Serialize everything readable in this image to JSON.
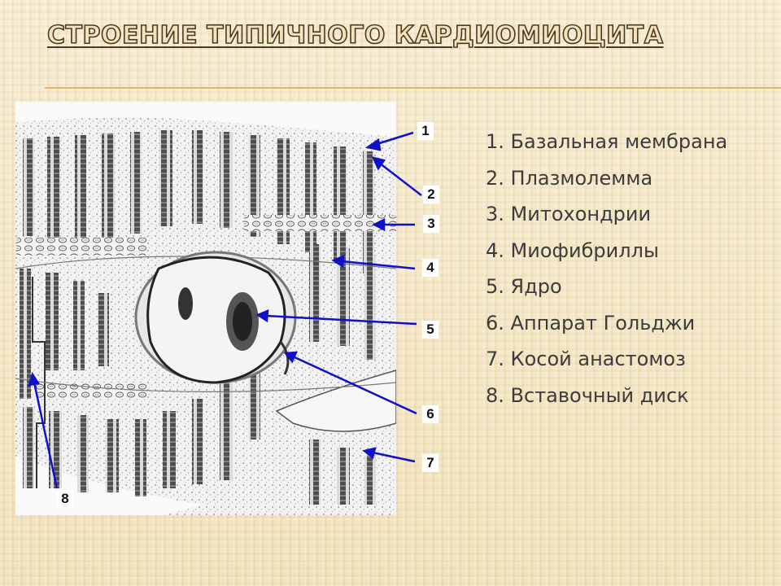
{
  "slide": {
    "title": "СТРОЕНИЕ ТИПИЧНОГО КАРДИОМИОЦИТА"
  },
  "legend": {
    "items": [
      "1. Базальная мембрана",
      "2. Плазмолемма",
      "3. Митохондрии",
      "4. Миофибриллы",
      "5. Ядро",
      "6. Аппарат Гольджи",
      "7. Косой анастомоз",
      "8. Вставочный диск"
    ]
  },
  "figure": {
    "labels": [
      "1",
      "2",
      "3",
      "4",
      "5",
      "6",
      "7",
      "8"
    ],
    "arrow_color": "#1010c8"
  }
}
